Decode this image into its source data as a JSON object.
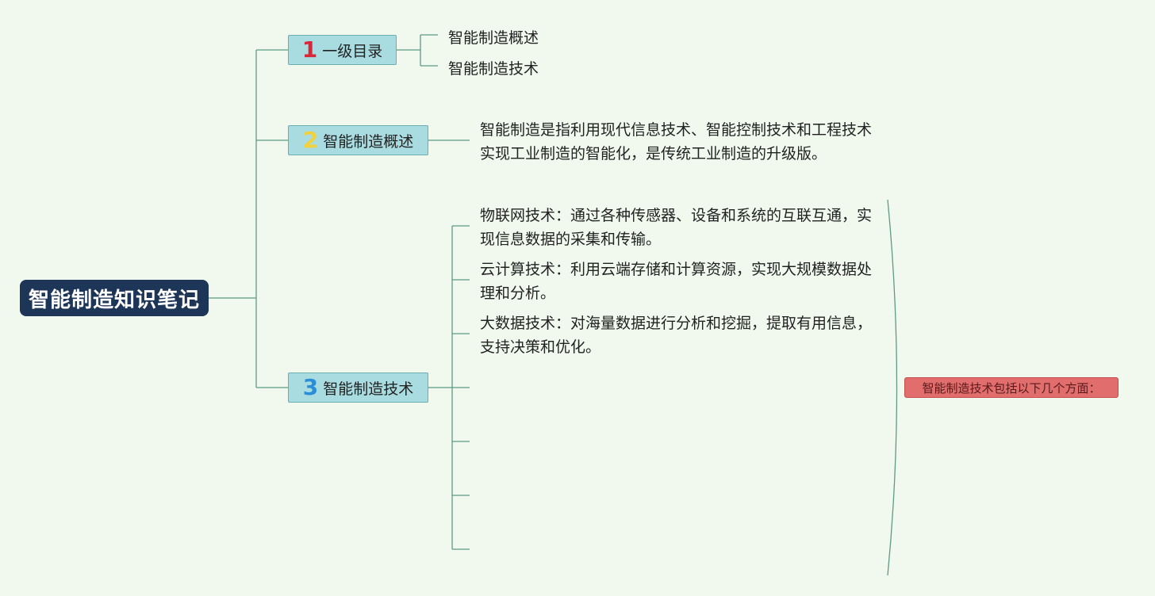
{
  "root": {
    "label": "智能制造知识笔记"
  },
  "branches": [
    {
      "number": "1",
      "number_color": "#d62839",
      "label": "一级目录",
      "children": [
        "智能制造概述",
        "智能制造技术"
      ]
    },
    {
      "number": "2",
      "number_color": "#f2d13d",
      "label": "智能制造概述",
      "description": "智能制造是指利用现代信息技术、智能控制技术和工程技术实现工业制造的智能化，是传统工业制造的升级版。"
    },
    {
      "number": "3",
      "number_color": "#2a8fd8",
      "label": "智能制造技术",
      "items": [
        "物联网技术：通过各种传感器、设备和系统的互联互通，实现信息数据的采集和传输。",
        "云计算技术：利用云端存储和计算资源，实现大规模数据处理和分析。",
        "大数据技术：对海量数据进行分析和挖掘，提取有用信息，支持决策和优化。"
      ],
      "summary": "智能制造技术包括以下几个方面："
    }
  ],
  "colors": {
    "background": "#f1f9ef",
    "root_fill": "#1d3557",
    "branch_fill": "#a9dce0",
    "line": "#5e9a85",
    "callout_fill": "#e16d6d"
  }
}
